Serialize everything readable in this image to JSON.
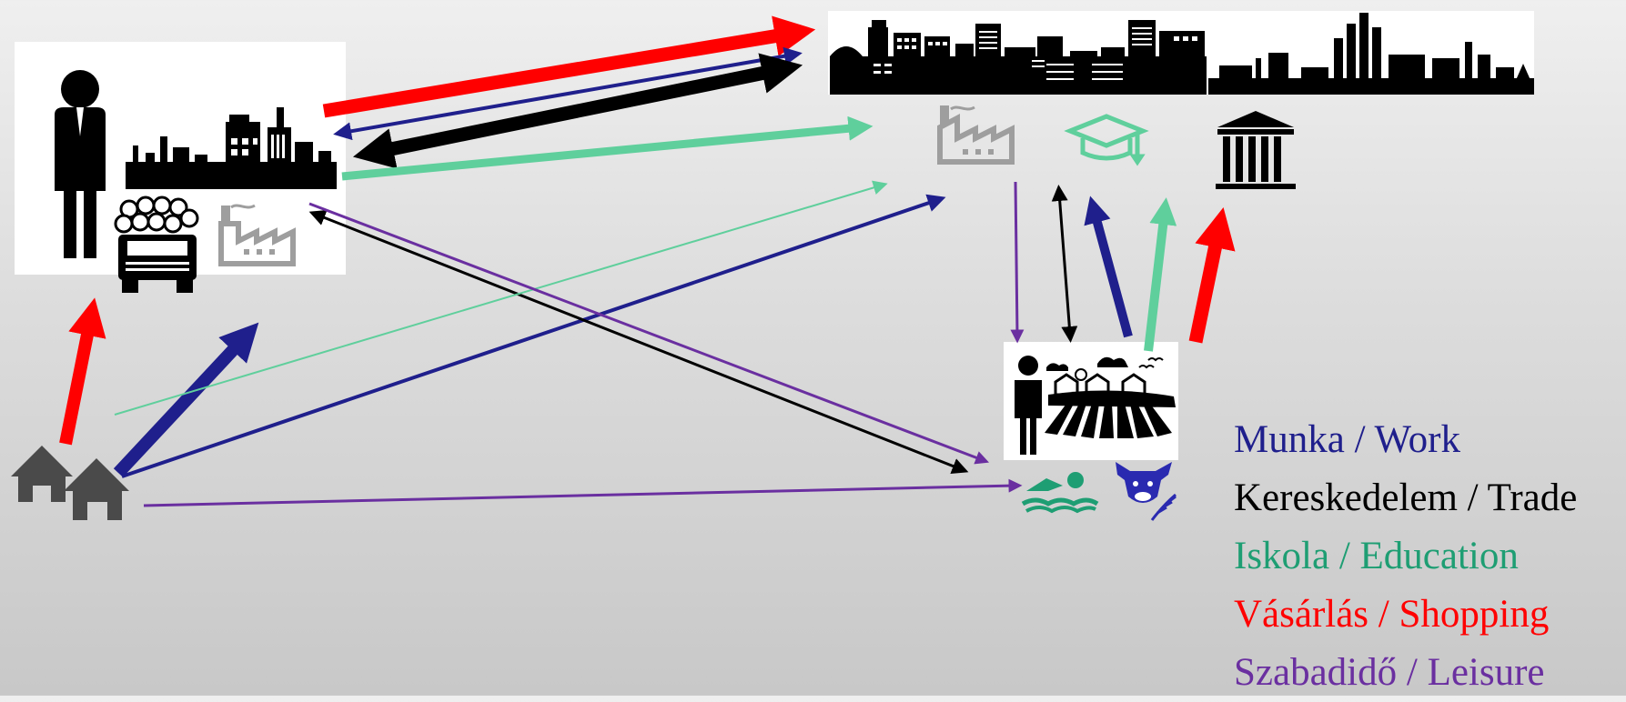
{
  "legend": [
    {
      "label": "Munka / Work",
      "color": "#1f1f8c"
    },
    {
      "label": "Kereskedelem / Trade",
      "color": "#000000"
    },
    {
      "label": "Iskola / Education",
      "color": "#1e9e73"
    },
    {
      "label": "Vásárlás / Shopping",
      "color": "#ff0000"
    },
    {
      "label": "Szabadidő / Leisure",
      "color": "#6a2fa0"
    }
  ],
  "colors": {
    "work": "#1f1f8c",
    "trade": "#000000",
    "education": "#5fcf9c",
    "shopping": "#ff0000",
    "leisure": "#6a2fa0",
    "icon_gray": "#9e9e9e",
    "icon_dark": "#4a4a4a"
  },
  "nodes": {
    "small_town": {
      "icons": [
        "person-icon",
        "industrial-skyline-icon",
        "log-truck-icon",
        "factory-icon"
      ]
    },
    "city": {
      "icons": [
        "city-skyline-icon",
        "industrial-skyline-icon",
        "factory-icon",
        "graduation-cap-icon",
        "bank-building-icon"
      ]
    },
    "village": {
      "icons": [
        "houses-icon"
      ]
    },
    "rural": {
      "icons": [
        "person-icon",
        "farmland-icon",
        "swimmer-icon",
        "cow-icon"
      ]
    }
  }
}
